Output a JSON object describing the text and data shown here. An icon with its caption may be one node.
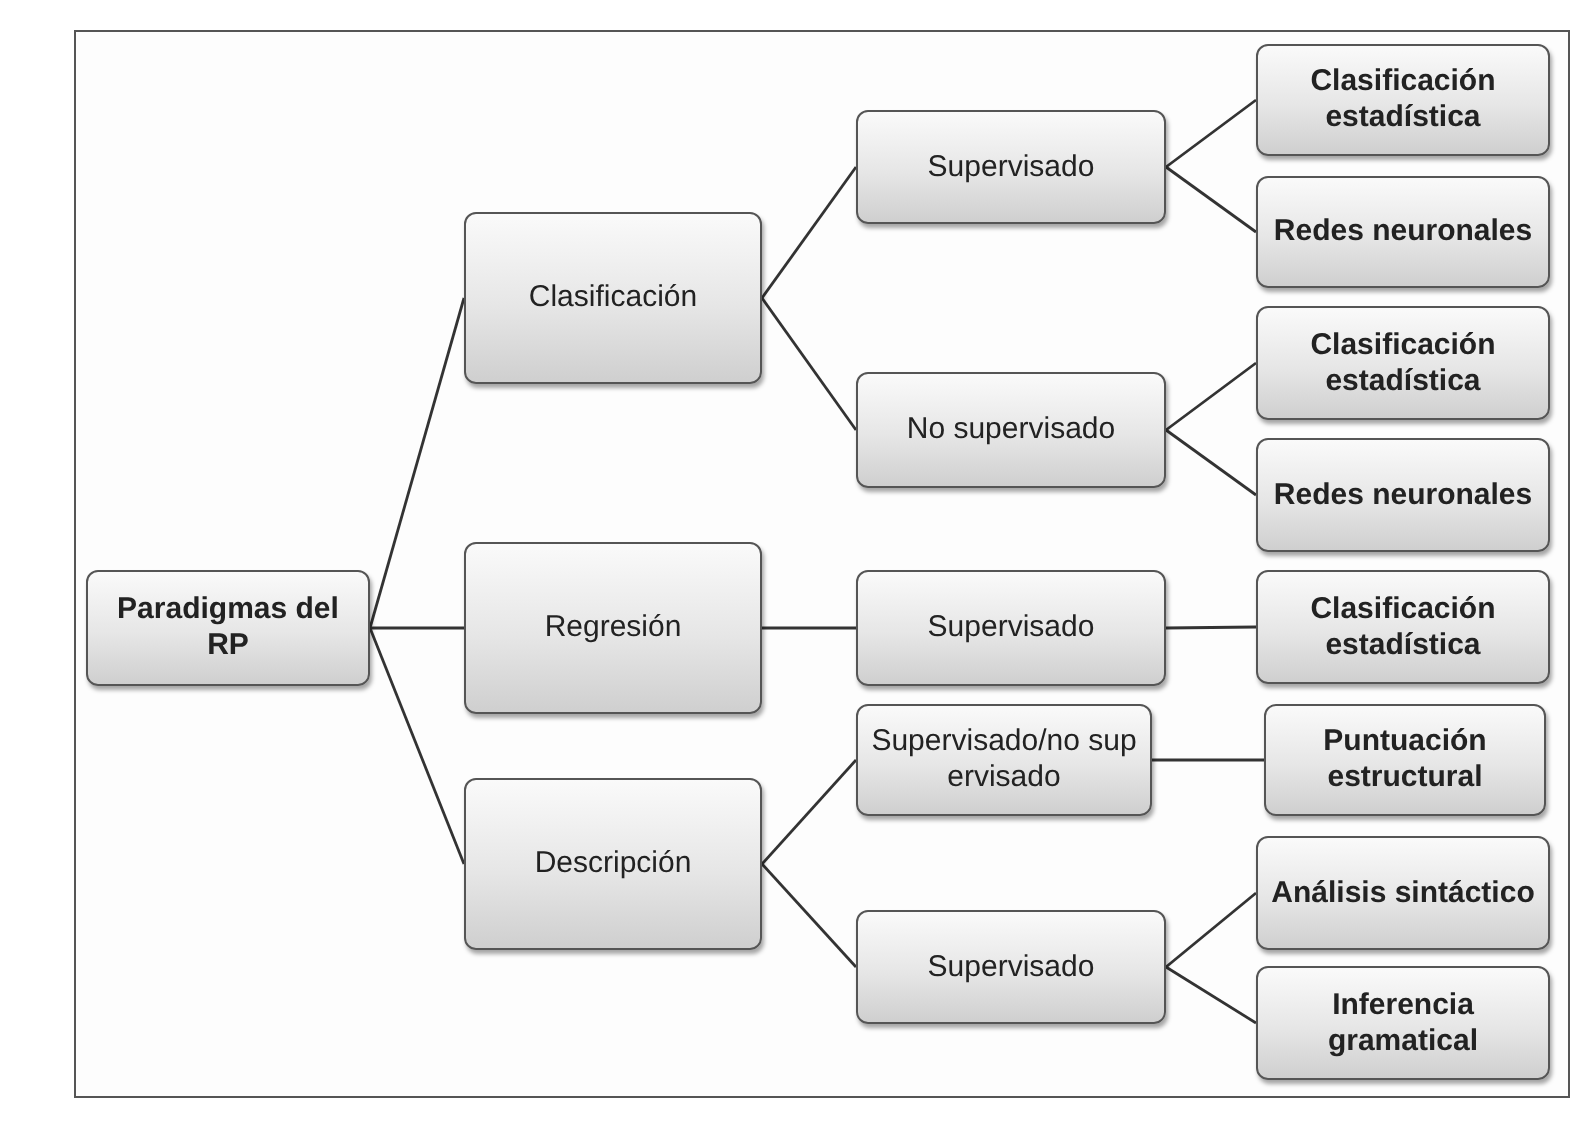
{
  "diagram": {
    "nodes": [
      {
        "text": [
          "Paradigmas del RP"
        ]
      },
      {
        "text": [
          "Clasificación"
        ]
      },
      {
        "text": [
          "Regresión"
        ]
      },
      {
        "text": [
          "Descripción"
        ]
      },
      {
        "text": [
          "Supervisado"
        ]
      },
      {
        "text": [
          "No supervisado"
        ]
      },
      {
        "text": [
          "Supervisado"
        ]
      },
      {
        "text": [
          "Supervisado/no supervisado"
        ]
      },
      {
        "text": [
          "Supervisado"
        ]
      },
      {
        "text": [
          "Clasificación estadística"
        ]
      },
      {
        "text": [
          "Redes neuronales"
        ]
      },
      {
        "text": [
          "Clasificación estadística"
        ]
      },
      {
        "text": [
          "Redes neuronales"
        ]
      },
      {
        "text": [
          "Clasificación estadística"
        ]
      },
      {
        "text": [
          "Puntuación estructural"
        ]
      },
      {
        "text": [
          "Análisis sintáctico"
        ]
      },
      {
        "text": [
          "Inferencia gramatical"
        ]
      }
    ],
    "edges": [
      {
        "from": 0,
        "to": 1,
        "arrow": "none"
      },
      {
        "from": 0,
        "to": 2,
        "arrow": "none"
      },
      {
        "from": 0,
        "to": 3,
        "arrow": "none"
      },
      {
        "from": 1,
        "to": 4,
        "arrow": "none"
      },
      {
        "from": 1,
        "to": 5,
        "arrow": "none"
      },
      {
        "from": 2,
        "to": 6,
        "arrow": "none"
      },
      {
        "from": 3,
        "to": 7,
        "arrow": "none"
      },
      {
        "from": 3,
        "to": 8,
        "arrow": "none"
      },
      {
        "from": 4,
        "to": 9,
        "arrow": "none"
      },
      {
        "from": 4,
        "to": 10,
        "arrow": "none"
      },
      {
        "from": 5,
        "to": 11,
        "arrow": "none"
      },
      {
        "from": 5,
        "to": 12,
        "arrow": "none"
      },
      {
        "from": 6,
        "to": 13,
        "arrow": "none"
      },
      {
        "from": 7,
        "to": 14,
        "arrow": "none"
      },
      {
        "from": 8,
        "to": 15,
        "arrow": "none"
      },
      {
        "from": 8,
        "to": 16,
        "arrow": "none"
      }
    ]
  }
}
